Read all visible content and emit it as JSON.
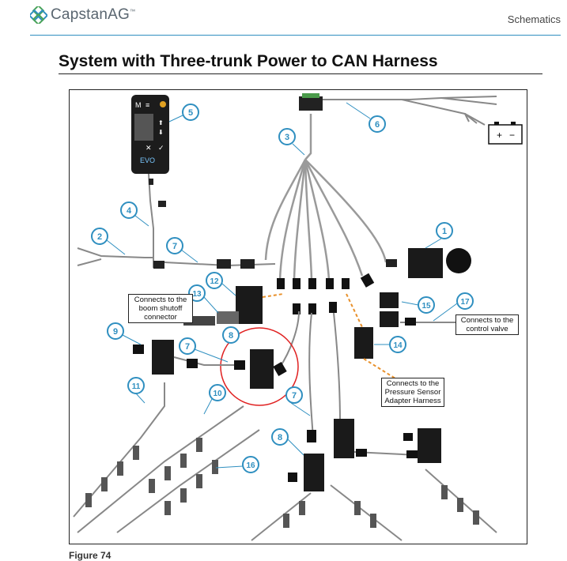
{
  "header": {
    "brand": "CapstanAG",
    "brand_mark": "™",
    "section": "Schematics"
  },
  "title": "System with Three-trunk Power to CAN Harness",
  "figure": {
    "caption": "Figure 74",
    "display": {
      "top_buttons": [
        "M",
        "≡"
      ],
      "arrows": [
        "⬆",
        "⬇"
      ],
      "buttons": [
        "✕",
        "✓"
      ],
      "brand": "EVO"
    },
    "battery": {
      "plus": "+",
      "minus": "−"
    },
    "callouts": {
      "boom_shutoff": "Connects to the boom shutoff connector",
      "control_valve": "Connects to the control valve",
      "pressure_sensor": "Connects to the Pressure Sensor Adapter Harness"
    },
    "markers": [
      "1",
      "2",
      "3",
      "4",
      "5",
      "6",
      "7",
      "7",
      "7",
      "8",
      "8",
      "9",
      "10",
      "11",
      "12",
      "13",
      "14",
      "15",
      "16",
      "17"
    ]
  },
  "colors": {
    "marker": "#2f8fc0",
    "highlight": "#e02020",
    "dashed": "#e8902a"
  }
}
